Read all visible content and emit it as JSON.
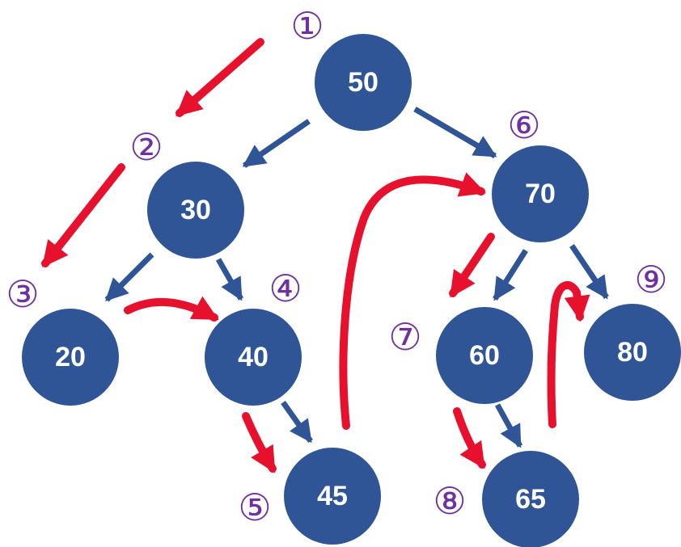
{
  "colors": {
    "node_fill": "#2f5597",
    "tree_edge": "#2f5597",
    "traversal_path": "#e8112d",
    "order_label": "#7030a0",
    "node_text": "#ffffff"
  },
  "nodes": [
    {
      "id": "n50",
      "label": "50"
    },
    {
      "id": "n30",
      "label": "30"
    },
    {
      "id": "n70",
      "label": "70"
    },
    {
      "id": "n20",
      "label": "20"
    },
    {
      "id": "n40",
      "label": "40"
    },
    {
      "id": "n45",
      "label": "45"
    },
    {
      "id": "n60",
      "label": "60"
    },
    {
      "id": "n65",
      "label": "65"
    },
    {
      "id": "n80",
      "label": "80"
    }
  ],
  "order_labels": [
    "①",
    "②",
    "③",
    "④",
    "⑤",
    "⑥",
    "⑦",
    "⑧",
    "⑨"
  ]
}
